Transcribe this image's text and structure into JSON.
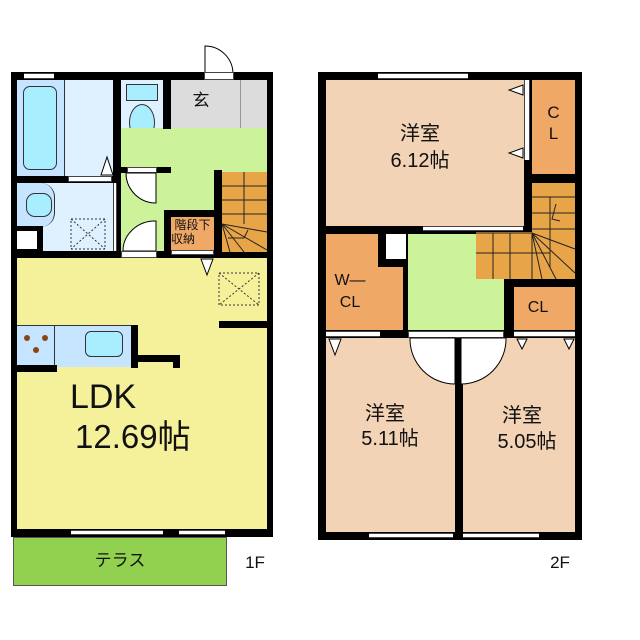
{
  "floor1": {
    "label": "1F",
    "rooms": {
      "entrance": {
        "label": "玄"
      },
      "under_stair_storage": {
        "line1": "階段下",
        "line2": "収納"
      },
      "ldk": {
        "name": "LDK",
        "size": "12.69帖"
      },
      "terrace": {
        "label": "テラス"
      }
    }
  },
  "floor2": {
    "label": "2F",
    "rooms": {
      "western_room_a": {
        "name": "洋室",
        "size": "6.12帖"
      },
      "closet_top": {
        "line1": "C",
        "line2": "L"
      },
      "walk_in_closet": {
        "line1": "W―",
        "line2": "CL"
      },
      "closet_mid": {
        "label": "CL"
      },
      "western_room_b": {
        "name": "洋室",
        "size": "5.11帖"
      },
      "western_room_c": {
        "name": "洋室",
        "size": "5.05帖"
      }
    }
  },
  "colors": {
    "ldk": "#f5f09a",
    "hall": "#ccf29a",
    "bath": "#dff0ff",
    "bath_fixture": "#a8eeff",
    "entrance": "#dcdcdc",
    "storage": "#f0a866",
    "stairs": "#e8a548",
    "western": "#f3d3b6",
    "terrace": "#92d050"
  }
}
